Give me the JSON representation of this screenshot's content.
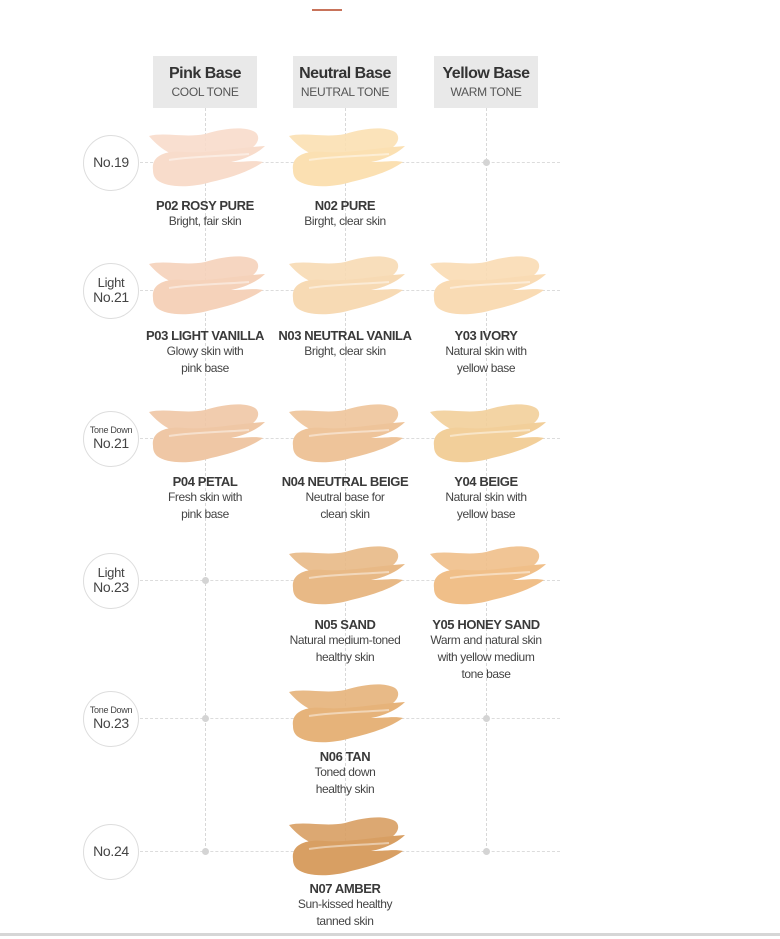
{
  "columns": [
    {
      "title": "Pink Base",
      "subtitle": "COOL TONE"
    },
    {
      "title": "Neutral Base",
      "subtitle": "NEUTRAL TONE"
    },
    {
      "title": "Yellow Base",
      "subtitle": "WARM TONE"
    }
  ],
  "levels": [
    {
      "top": "",
      "bottom": "No.19"
    },
    {
      "top": "Light",
      "bottom": "No.21"
    },
    {
      "top": "Tone Down",
      "bottom": "No.21"
    },
    {
      "top": "Light",
      "bottom": "No.23"
    },
    {
      "top": "Tone Down",
      "bottom": "No.23"
    },
    {
      "top": "",
      "bottom": "No.24"
    }
  ],
  "shades": [
    {
      "row": 0,
      "col": 0,
      "name": "P02 ROSY PURE",
      "desc": [
        "Bright, fair skin"
      ],
      "color": "#f8dccb"
    },
    {
      "row": 0,
      "col": 1,
      "name": "N02 PURE",
      "desc": [
        "Birght, clear skin"
      ],
      "color": "#fbe0b2"
    },
    {
      "row": 1,
      "col": 0,
      "name": "P03 LIGHT VANILLA",
      "desc": [
        "Glowy skin with",
        "pink base"
      ],
      "color": "#f5d2ba"
    },
    {
      "row": 1,
      "col": 1,
      "name": "N03 NEUTRAL VANILA",
      "desc": [
        "Bright, clear skin"
      ],
      "color": "#f7dab4"
    },
    {
      "row": 1,
      "col": 2,
      "name": "Y03 IVORY",
      "desc": [
        "Natural skin with",
        "yellow base"
      ],
      "color": "#f9dbb4"
    },
    {
      "row": 2,
      "col": 0,
      "name": "P04 PETAL",
      "desc": [
        "Fresh skin with",
        "pink base"
      ],
      "color": "#efc7a5"
    },
    {
      "row": 2,
      "col": 1,
      "name": "N04 NEUTRAL BEIGE",
      "desc": [
        "Neutral base for",
        "clean skin"
      ],
      "color": "#eec49a"
    },
    {
      "row": 2,
      "col": 2,
      "name": "Y04 BEIGE",
      "desc": [
        "Natural skin with",
        "yellow base"
      ],
      "color": "#f2cf9a"
    },
    {
      "row": 3,
      "col": 1,
      "name": "N05 SAND",
      "desc": [
        "Natural medium-toned",
        "healthy skin"
      ],
      "color": "#e8b986"
    },
    {
      "row": 3,
      "col": 2,
      "name": "Y05 HONEY SAND",
      "desc": [
        "Warm and natural skin",
        "with yellow medium",
        "tone base"
      ],
      "color": "#f0bf89"
    },
    {
      "row": 4,
      "col": 1,
      "name": "N06 TAN",
      "desc": [
        "Toned down",
        "healthy skin"
      ],
      "color": "#e6b37a"
    },
    {
      "row": 5,
      "col": 1,
      "name": "N07 AMBER",
      "desc": [
        "Sun-kissed healthy",
        "tanned skin"
      ],
      "color": "#d89f63"
    }
  ]
}
